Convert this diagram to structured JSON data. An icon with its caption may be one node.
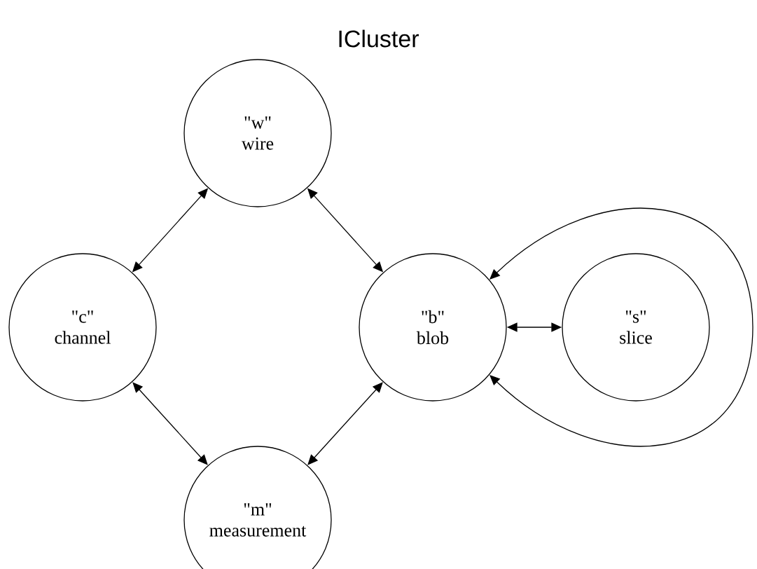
{
  "diagram": {
    "title": "ICluster",
    "nodes": [
      {
        "text": [
          "\"w\"",
          "wire"
        ]
      },
      {
        "text": [
          "\"c\"",
          "channel"
        ]
      },
      {
        "text": [
          "\"b\"",
          "blob"
        ]
      },
      {
        "text": [
          "\"s\"",
          "slice"
        ]
      },
      {
        "text": [
          "\"m\"",
          "measurement"
        ]
      }
    ],
    "edges": [
      {
        "from": 0,
        "to": 1,
        "arrow": "both"
      },
      {
        "from": 0,
        "to": 2,
        "arrow": "both"
      },
      {
        "from": 1,
        "to": 4,
        "arrow": "both"
      },
      {
        "from": 4,
        "to": 2,
        "arrow": "both"
      },
      {
        "from": 2,
        "to": 3,
        "arrow": "both"
      },
      {
        "from": 2,
        "to": 2,
        "arrow": "both"
      }
    ]
  }
}
